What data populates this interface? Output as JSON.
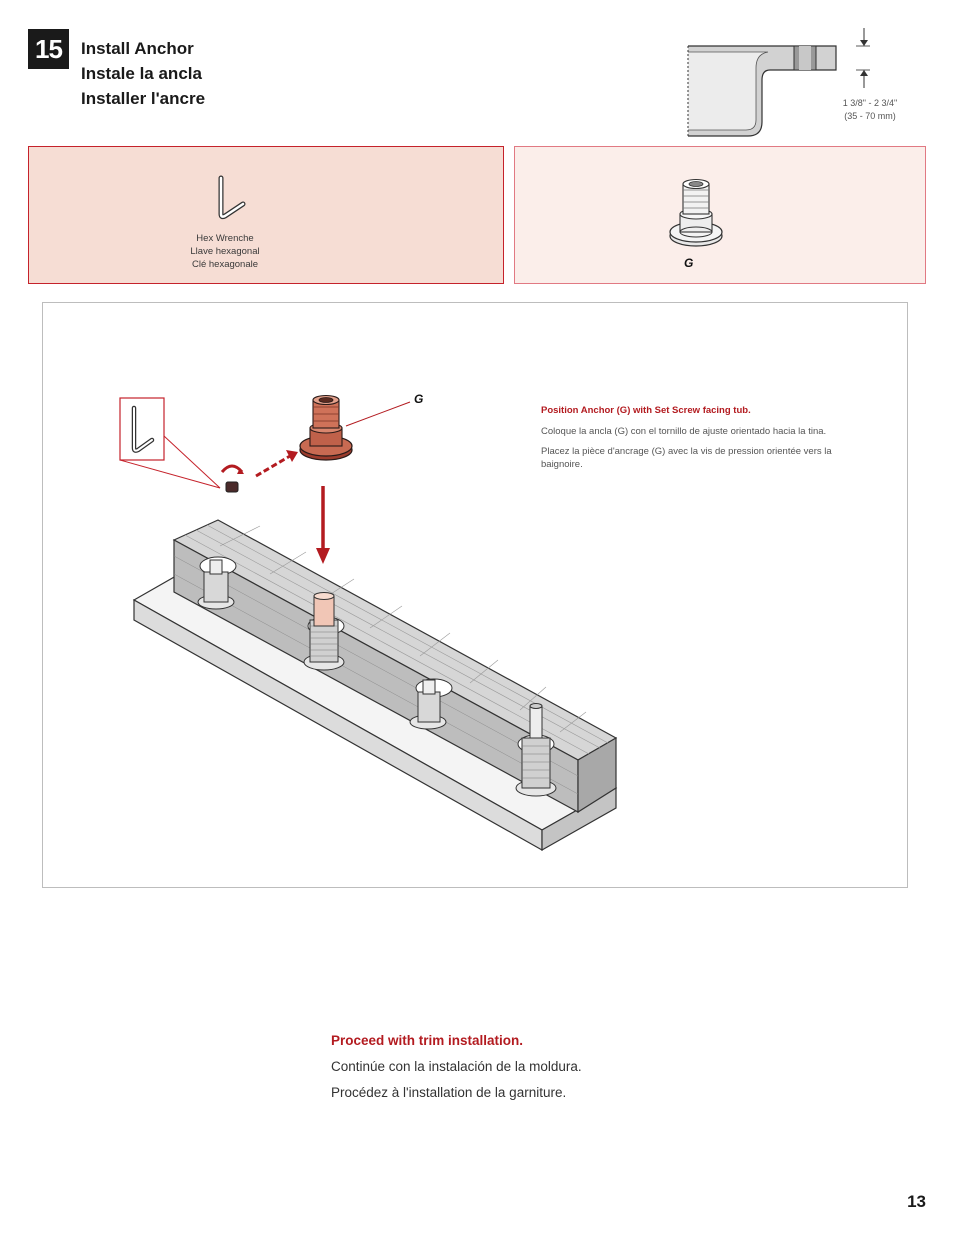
{
  "step": {
    "number": "15",
    "titles": [
      "Install Anchor",
      "Instale la ancla",
      "Installer l'ancre"
    ]
  },
  "dimension": {
    "range": "1 3/8\" - 2 3/4\"",
    "metric": "(35 - 70 mm)"
  },
  "tools": {
    "icon": "hex-wrench-icon",
    "labels": [
      "Hex Wrenche",
      "Llave hexagonal",
      "Clé hexagonale"
    ]
  },
  "parts": {
    "icon": "anchor-part-icon",
    "letter": "G"
  },
  "illustration": {
    "part_label": "G",
    "instruction_en": "Position Anchor (G) with Set Screw facing tub.",
    "instruction_es": "Coloque la ancla (G) con el tornillo de ajuste orientado hacia la tina.",
    "instruction_fr": "Placez la pièce d'ancrage (G) avec la vis de pression orientée vers la baignoire."
  },
  "proceed": {
    "en": "Proceed with trim installation.",
    "es": "Continúe con la instalación de la moldura.",
    "fr": "Procédez à l'installation de la garniture."
  },
  "page_number": "13",
  "colors": {
    "accent_red": "#b31b20",
    "tools_panel_bg": "#f6ddd4",
    "parts_panel_bg": "#fbeeea"
  }
}
